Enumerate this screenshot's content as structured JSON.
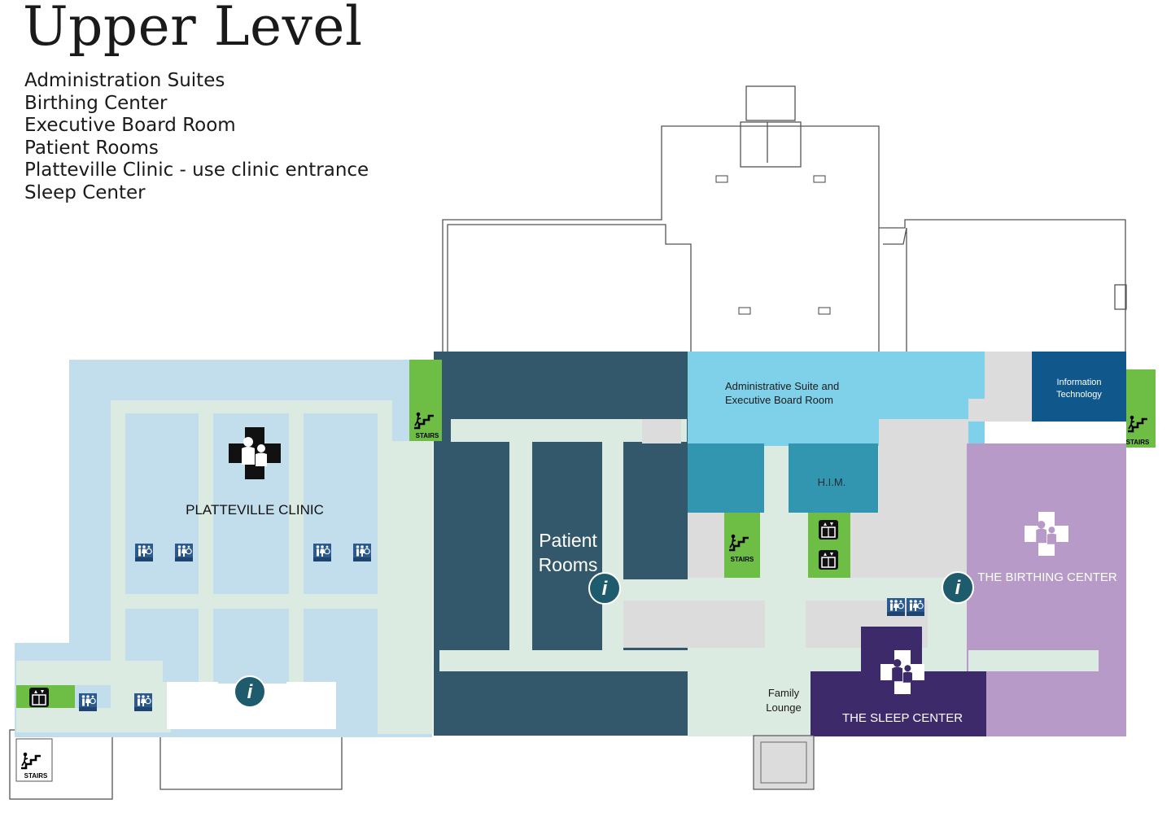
{
  "page": {
    "title": "Upper Level",
    "directory": [
      "Administration Suites",
      "Birthing Center",
      "Executive Board Room",
      "Patient Rooms",
      "Platteville Clinic - use clinic entrance",
      "Sleep Center"
    ]
  },
  "rooms": {
    "platteville_clinic": "PLATTEVILLE CLINIC",
    "patient_rooms_line1": "Patient",
    "patient_rooms_line2": "Rooms",
    "admin_line1": "Administrative Suite and",
    "admin_line2": "Executive Board Room",
    "it_line1": "Information",
    "it_line2": "Technology",
    "him": "H.I.M.",
    "birthing_center": "THE BIRTHING CENTER",
    "sleep_center": "THE SLEEP CENTER",
    "family_lounge_line1": "Family",
    "family_lounge_line2": "Lounge"
  },
  "symbols": {
    "stairs": "STAIRS",
    "restroom": "RESTROOM",
    "info": "i"
  },
  "colors": {
    "clinic": "#c2deec",
    "corridor": "#dcebe2",
    "patient_rooms": "#34586b",
    "admin": "#7fd1ea",
    "him": "#3396b0",
    "information_technology": "#10578b",
    "birthing_center": "#b79ac8",
    "sleep_center": "#3c2a6b",
    "stairs_elevator": "#6ebd45",
    "service": "#dcdcdc",
    "info_marker": "#1d5b6d",
    "restroom_sign": "#2a5a8f"
  }
}
